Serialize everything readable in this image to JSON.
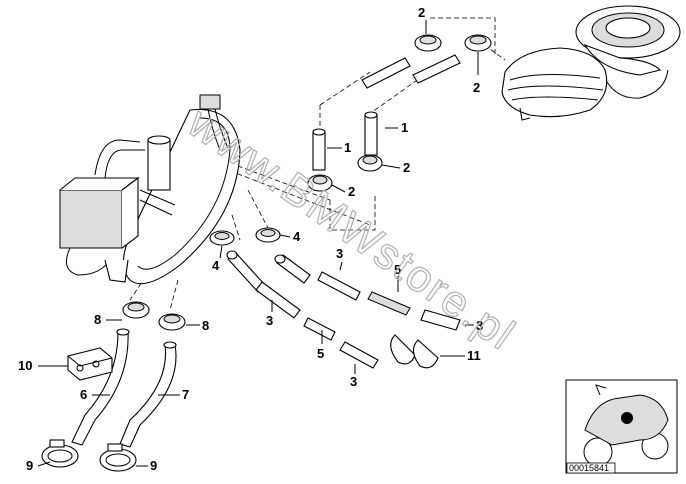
{
  "labels": [
    {
      "id": "lbl-2-a",
      "text": "2"
    },
    {
      "id": "lbl-2-b",
      "text": "2"
    },
    {
      "id": "lbl-1-a",
      "text": "1"
    },
    {
      "id": "lbl-1-b",
      "text": "1"
    },
    {
      "id": "lbl-2-c",
      "text": "2"
    },
    {
      "id": "lbl-2-d",
      "text": "2"
    },
    {
      "id": "lbl-4-a",
      "text": "4"
    },
    {
      "id": "lbl-4-b",
      "text": "4"
    },
    {
      "id": "lbl-3-a",
      "text": "3"
    },
    {
      "id": "lbl-5-a",
      "text": "5"
    },
    {
      "id": "lbl-3-b",
      "text": "3"
    },
    {
      "id": "lbl-3-c",
      "text": "3"
    },
    {
      "id": "lbl-5-b",
      "text": "5"
    },
    {
      "id": "lbl-3-d",
      "text": "3"
    },
    {
      "id": "lbl-11",
      "text": "11"
    },
    {
      "id": "lbl-8-a",
      "text": "8"
    },
    {
      "id": "lbl-8-b",
      "text": "8"
    },
    {
      "id": "lbl-10",
      "text": "10"
    },
    {
      "id": "lbl-6",
      "text": "6"
    },
    {
      "id": "lbl-7",
      "text": "7"
    },
    {
      "id": "lbl-9-a",
      "text": "9"
    },
    {
      "id": "lbl-9-b",
      "text": "9"
    }
  ],
  "watermark": "www.BMWstore.pl",
  "thumbnail": {
    "reference_number": "00015841"
  }
}
